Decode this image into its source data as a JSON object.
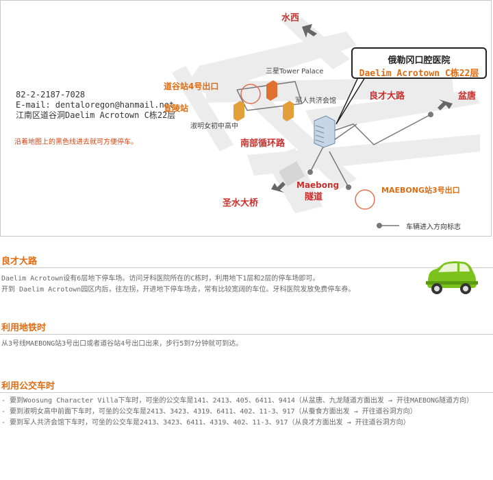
{
  "map": {
    "contact": {
      "phone": "82-2-2187-7028",
      "email": "E-mail: dentaloregon@hanmail.net",
      "address": "江南区道谷洞Daelim Acrotown C栋22层"
    },
    "parking_note": "沿着地图上的黑色线进去就可方便停车。",
    "callout": {
      "name": "俄勒冈口腔医院",
      "address": "Daelim Acrotown C栋22层"
    },
    "labels": {
      "suseo": "水西",
      "seongnam": "盆唐",
      "yangjae_road": "良才大路",
      "nambu_ring_road": "南部循环路",
      "seongsu_bridge": "圣水大桥",
      "maebong_tunnel_en": "Maebong",
      "maebong_tunnel_cn": "隧道",
      "dogok_exit4": "道谷站4号出口",
      "seolleung": "宣陵站",
      "maebong_exit3": "MAEBONG站3号出口",
      "samsung_tower_palace": "三星Tower Palace",
      "military_center": "军人共济会馆",
      "sookmyung_school": "淑明女初中高中"
    },
    "legend": {
      "label": "车辆进入方向标志"
    }
  },
  "colors": {
    "accent_orange": "#e06b10",
    "road_red": "#c9302c",
    "road_fill": "#ececec",
    "border_gray": "#c9c9c9"
  },
  "sections": [
    {
      "title": "良才大路",
      "lines": [
        "Daelim Acrotown设有6层地下停车场。访问牙科医院所在的C栋时，利用地下1层和2层的停车场即可。",
        "开到 Daelim Acrotown园区内后，往左拐，开进地下停车场去，常有比较宽阔的车位。牙科医院发放免费停车券。"
      ],
      "icon": "green-car-icon"
    },
    {
      "title": "利用地铁时",
      "lines": [
        "从3号线MAEBONG站3号出口或者道谷站4号出口出来，步行5到7分钟就可到达。"
      ]
    },
    {
      "title": "利用公交车时",
      "lines": [
        "- 要到Woosung Character Villa下车时，可坐的公交车是141、2413、405、6411、9414（从盆唐、九龙隧道方面出发 → 开往MAEBONG隧道方向）",
        "- 要到淑明女高中前面下车时，可坐的公交车是2413、3423、4319、6411、402、11-3、917（从蚕食方面出发 → 开往道谷洞方向）",
        "- 要到军人共济会馆下车时，可坐的公交车是2413、3423、6411、4319、402、11-3、917（从良才方面出发 → 开往道谷洞方向）"
      ]
    }
  ]
}
